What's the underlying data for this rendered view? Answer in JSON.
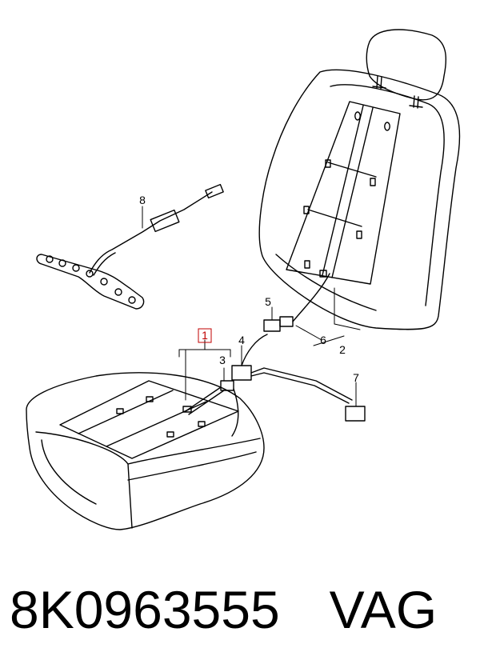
{
  "diagram": {
    "callouts": {
      "c1": "1",
      "c2": "2",
      "c3": "3",
      "c4": "4",
      "c5": "5",
      "c6": "6",
      "c7": "7",
      "c8": "8"
    },
    "highlight_color": "#c00000"
  },
  "caption": {
    "part_number": "8K0963555",
    "brand": "VAG"
  }
}
